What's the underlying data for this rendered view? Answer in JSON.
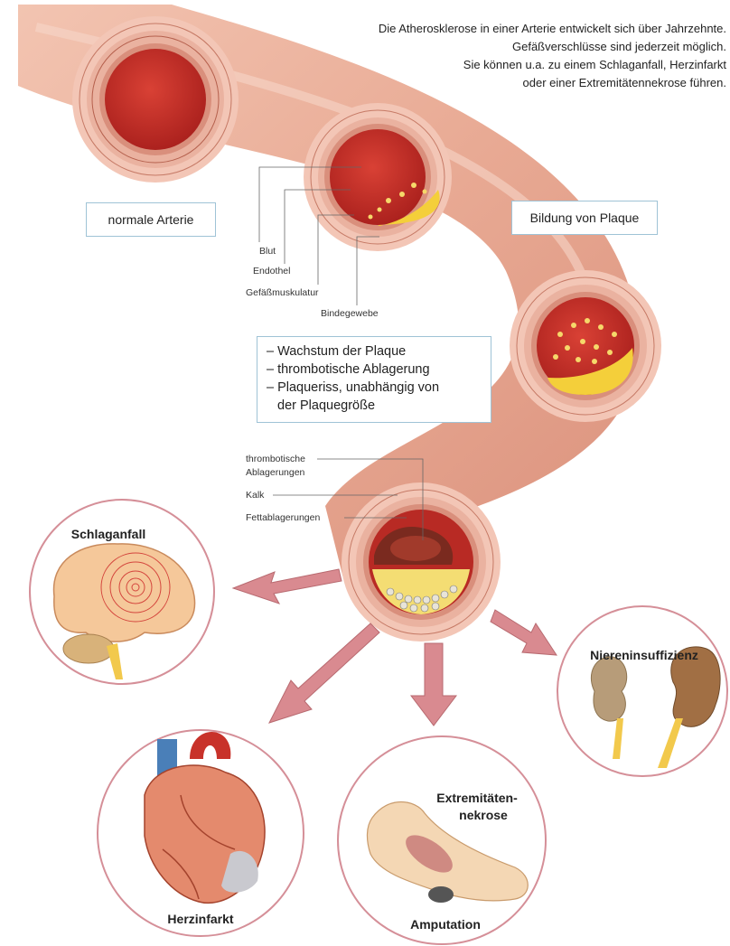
{
  "intro_text": [
    "Die Atherosklerose in einer Arterie entwickelt sich über Jahrzehnte.",
    "Gefäßverschlüsse sind jederzeit möglich.",
    "Sie können u.a. zu einem Schlaganfall, Herzinfarkt",
    "oder einer Extremitätennekrose führen."
  ],
  "stage_labels": {
    "normal": "normale Arterie",
    "plaque": "Bildung von Plaque"
  },
  "layer_labels": [
    "Blut",
    "Endothel",
    "Gefäßmuskulatur",
    "Bindegewebe"
  ],
  "progression_list": [
    "– Wachstum der Plaque",
    "– thrombotische Ablagerung",
    "– Plaqueriss, unabhängig von",
    "der Plaquegröße"
  ],
  "deposit_labels": {
    "thrombotic_line1": "thrombotische",
    "thrombotic_line2": "Ablagerungen",
    "calcium": "Kalk",
    "fat": "Fettablagerungen"
  },
  "outcomes": {
    "stroke": "Schlaganfall",
    "kidney": "Niereninsuffizienz",
    "heart": "Herzinfarkt",
    "necrosis_line1": "Extremitäten-",
    "necrosis_line2": "nekrose",
    "amputation": "Amputation"
  },
  "colors": {
    "artery": "#e9a790",
    "blood": "#c8322a",
    "plaque": "#f4cf3a",
    "arrow": "#d98a90",
    "label_border": "#9fc3d6"
  }
}
